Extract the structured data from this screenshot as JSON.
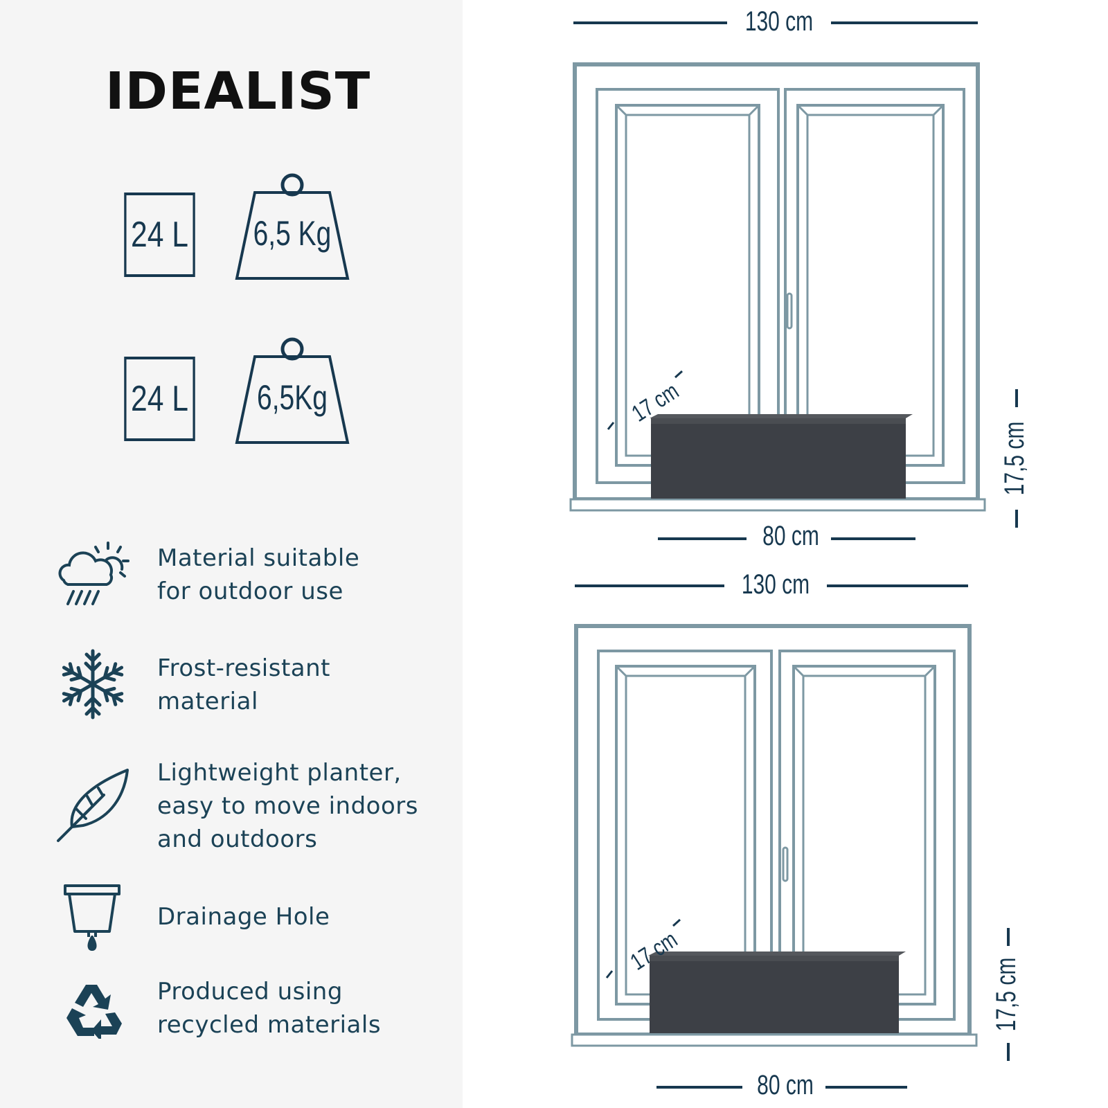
{
  "brand": {
    "name": "IDEALIST"
  },
  "specs": [
    {
      "volume": "24 L",
      "weight": "6,5 Kg"
    },
    {
      "volume": "24 L",
      "weight": "6,5Kg"
    }
  ],
  "features": [
    {
      "icon": "weather-icon",
      "text": "Material suitable\nfor outdoor use"
    },
    {
      "icon": "snowflake-icon",
      "text": "Frost-resistant\nmaterial"
    },
    {
      "icon": "feather-icon",
      "text": "Lightweight planter,\neasy to move indoors\nand outdoors"
    },
    {
      "icon": "drainage-pot-icon",
      "text": "Drainage Hole"
    },
    {
      "icon": "recycle-icon",
      "text": "Produced using\nrecycled materials"
    }
  ],
  "diagrams": [
    {
      "window_width": "130 cm",
      "planter_length": "80 cm",
      "planter_depth": "17 cm",
      "planter_height": "17,5 cm"
    },
    {
      "window_width": "130 cm",
      "planter_length": "80 cm",
      "planter_depth": "17 cm",
      "planter_height": "17,5 cm"
    }
  ],
  "colors": {
    "ink": "#17384f",
    "frame": "#7d98a3",
    "planter": "#3c3f44",
    "panel": "#f5f5f5"
  }
}
